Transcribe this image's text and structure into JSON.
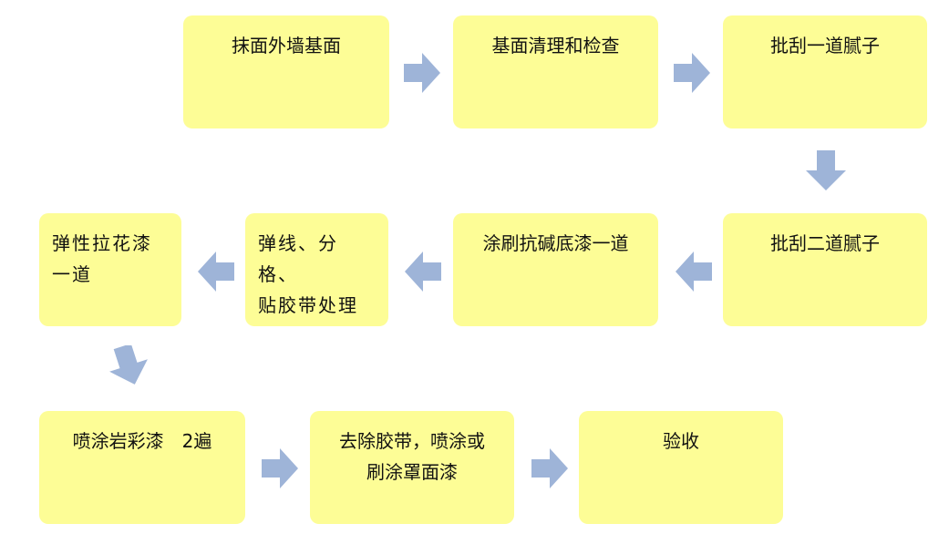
{
  "colors": {
    "box_fill": "#fdfd96",
    "arrow_fill": "#9eb4d8",
    "text": "#111111",
    "background": "#ffffff"
  },
  "steps": [
    {
      "id": "step-1",
      "text": "抹面外墙基面"
    },
    {
      "id": "step-2",
      "text": "基面清理和检查"
    },
    {
      "id": "step-3",
      "text": "批刮一道腻子"
    },
    {
      "id": "step-4",
      "text": "批刮二道腻子"
    },
    {
      "id": "step-5",
      "text": "涂刷抗碱底漆一道"
    },
    {
      "id": "step-6",
      "text": "弹线、分格、\n贴胶带处理"
    },
    {
      "id": "step-7",
      "text": "弹性拉花漆\n一道"
    },
    {
      "id": "step-8",
      "text": "喷涂岩彩漆　2遍"
    },
    {
      "id": "step-9",
      "text": "去除胶带，喷涂或\n刷涂罩面漆"
    },
    {
      "id": "step-10",
      "text": "验收"
    }
  ],
  "arrows": [
    {
      "from": "step-1",
      "to": "step-2",
      "direction": "right"
    },
    {
      "from": "step-2",
      "to": "step-3",
      "direction": "right"
    },
    {
      "from": "step-3",
      "to": "step-4",
      "direction": "down"
    },
    {
      "from": "step-4",
      "to": "step-5",
      "direction": "left"
    },
    {
      "from": "step-5",
      "to": "step-6",
      "direction": "left"
    },
    {
      "from": "step-6",
      "to": "step-7",
      "direction": "left"
    },
    {
      "from": "step-7",
      "to": "step-8",
      "direction": "down"
    },
    {
      "from": "step-8",
      "to": "step-9",
      "direction": "right"
    },
    {
      "from": "step-9",
      "to": "step-10",
      "direction": "right"
    }
  ]
}
